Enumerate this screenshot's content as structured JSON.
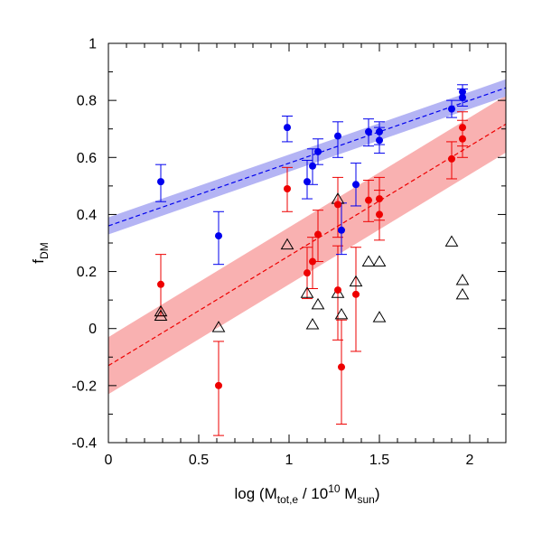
{
  "chart_data": {
    "type": "scatter",
    "xlabel": {
      "pre": "log (M",
      "sub1": "tot,e",
      "mid": " / 10",
      "sup": "10",
      "mid2": " M",
      "sub2": "sun",
      "post": ")"
    },
    "ylabel": {
      "pre": "f",
      "sub": "DM"
    },
    "xlim": [
      0,
      2.2
    ],
    "ylim": [
      -0.4,
      1.0
    ],
    "x_ticks": [
      0,
      0.5,
      1,
      1.5,
      2
    ],
    "x_tick_labels": [
      "0",
      "0.5",
      "1",
      "1.5",
      "2"
    ],
    "y_ticks": [
      -0.4,
      -0.2,
      0,
      0.2,
      0.4,
      0.6,
      0.8,
      1
    ],
    "y_tick_labels": [
      "-0.4",
      "-0.2",
      "0",
      "0.2",
      "0.4",
      "0.6",
      "0.8",
      "1"
    ],
    "grid": false,
    "colors": {
      "blue": "#0000ee",
      "red": "#ee0000",
      "blue_band": "#b4b4f4",
      "red_band": "#f9b1b1",
      "triangle": "#000000"
    },
    "blue_fit": {
      "intercept": 0.36,
      "slope": 0.22,
      "band_halfwidth": 0.03
    },
    "red_fit": {
      "intercept": -0.13,
      "slope": 0.385,
      "band_halfwidth": 0.1
    },
    "blue_points": [
      {
        "x": 0.29,
        "y": 0.515,
        "lo": 0.445,
        "hi": 0.575
      },
      {
        "x": 0.61,
        "y": 0.325,
        "lo": 0.225,
        "hi": 0.41
      },
      {
        "x": 0.99,
        "y": 0.705,
        "lo": 0.655,
        "hi": 0.745
      },
      {
        "x": 1.1,
        "y": 0.515,
        "lo": 0.455,
        "hi": 0.59
      },
      {
        "x": 1.13,
        "y": 0.57,
        "lo": 0.505,
        "hi": 0.63
      },
      {
        "x": 1.16,
        "y": 0.62,
        "lo": 0.575,
        "hi": 0.665
      },
      {
        "x": 1.27,
        "y": 0.675,
        "lo": 0.6,
        "hi": 0.725
      },
      {
        "x": 1.29,
        "y": 0.345,
        "lo": 0.26,
        "hi": 0.44
      },
      {
        "x": 1.37,
        "y": 0.505,
        "lo": 0.43,
        "hi": 0.58
      },
      {
        "x": 1.44,
        "y": 0.69,
        "lo": 0.64,
        "hi": 0.735
      },
      {
        "x": 1.5,
        "y": 0.66,
        "lo": 0.615,
        "hi": 0.705
      },
      {
        "x": 1.5,
        "y": 0.69,
        "lo": 0.645,
        "hi": 0.725
      },
      {
        "x": 1.9,
        "y": 0.77,
        "lo": 0.74,
        "hi": 0.8
      },
      {
        "x": 1.96,
        "y": 0.81,
        "lo": 0.78,
        "hi": 0.84
      },
      {
        "x": 1.96,
        "y": 0.83,
        "lo": 0.8,
        "hi": 0.855
      }
    ],
    "red_points": [
      {
        "x": 0.29,
        "y": 0.155,
        "lo": 0.045,
        "hi": 0.26
      },
      {
        "x": 0.61,
        "y": -0.2,
        "lo": -0.375,
        "hi": -0.045
      },
      {
        "x": 0.99,
        "y": 0.49,
        "lo": 0.41,
        "hi": 0.565
      },
      {
        "x": 1.1,
        "y": 0.195,
        "lo": 0.105,
        "hi": 0.285
      },
      {
        "x": 1.13,
        "y": 0.235,
        "lo": 0.14,
        "hi": 0.32
      },
      {
        "x": 1.16,
        "y": 0.33,
        "lo": 0.235,
        "hi": 0.415
      },
      {
        "x": 1.27,
        "y": 0.435,
        "lo": 0.32,
        "hi": 0.53
      },
      {
        "x": 1.27,
        "y": 0.135,
        "lo": -0.04,
        "hi": 0.29
      },
      {
        "x": 1.29,
        "y": -0.135,
        "lo": -0.335,
        "hi": 0.03
      },
      {
        "x": 1.37,
        "y": 0.12,
        "lo": -0.08,
        "hi": 0.285
      },
      {
        "x": 1.44,
        "y": 0.45,
        "lo": 0.375,
        "hi": 0.52
      },
      {
        "x": 1.5,
        "y": 0.4,
        "lo": 0.31,
        "hi": 0.485
      },
      {
        "x": 1.5,
        "y": 0.455,
        "lo": 0.38,
        "hi": 0.53
      },
      {
        "x": 1.9,
        "y": 0.595,
        "lo": 0.525,
        "hi": 0.655
      },
      {
        "x": 1.96,
        "y": 0.665,
        "lo": 0.6,
        "hi": 0.73
      },
      {
        "x": 1.96,
        "y": 0.705,
        "lo": 0.64,
        "hi": 0.76
      }
    ],
    "triangle_points": [
      {
        "x": 0.29,
        "y": 0.06
      },
      {
        "x": 0.29,
        "y": 0.045
      },
      {
        "x": 0.61,
        "y": 0.005
      },
      {
        "x": 0.99,
        "y": 0.295
      },
      {
        "x": 1.1,
        "y": 0.125
      },
      {
        "x": 1.13,
        "y": 0.015
      },
      {
        "x": 1.16,
        "y": 0.085
      },
      {
        "x": 1.27,
        "y": 0.455
      },
      {
        "x": 1.27,
        "y": 0.125
      },
      {
        "x": 1.29,
        "y": 0.05
      },
      {
        "x": 1.37,
        "y": 0.165
      },
      {
        "x": 1.44,
        "y": 0.235
      },
      {
        "x": 1.5,
        "y": 0.235
      },
      {
        "x": 1.5,
        "y": 0.04
      },
      {
        "x": 1.9,
        "y": 0.305
      },
      {
        "x": 1.96,
        "y": 0.17
      },
      {
        "x": 1.96,
        "y": 0.12
      }
    ]
  }
}
